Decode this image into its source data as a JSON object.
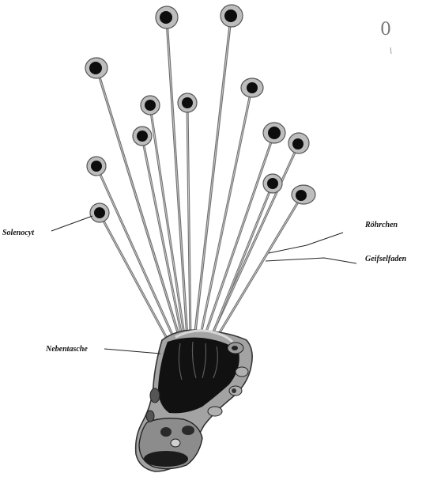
{
  "figure": {
    "labels": {
      "solenocyt": "Solenocyt",
      "roehrchen": "Röhrchen",
      "geisselfaden": "Geifselfaden",
      "nebentasche": "Nebentasche"
    },
    "plate_mark": "0",
    "colors": {
      "ink": "#111111",
      "stalk": "#6e6e6e",
      "cell_shade": "#b5b5b5",
      "nucleus": "#0d0d0d",
      "tissue": "#9a9a9a"
    }
  }
}
